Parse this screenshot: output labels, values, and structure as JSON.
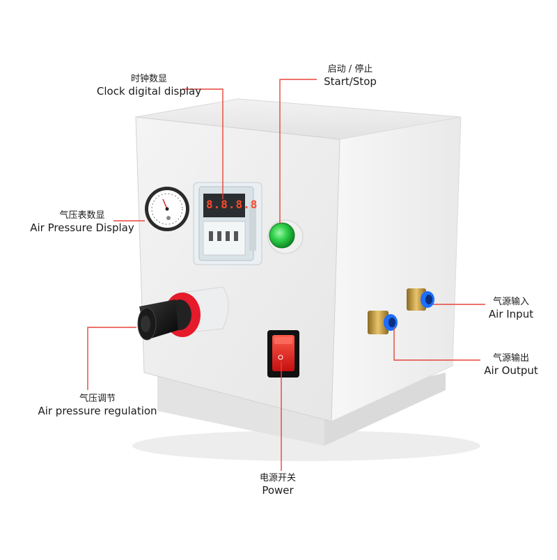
{
  "labels": {
    "clock": {
      "zh": "时钟数显",
      "en": "Clock digital display"
    },
    "start": {
      "zh": "启动 / 停止",
      "en": "Start/Stop"
    },
    "gauge": {
      "zh": "气压表数显",
      "en": "Air Pressure Display"
    },
    "air_input": {
      "zh": "气源输入",
      "en": "Air Input"
    },
    "air_output": {
      "zh": "气源输出",
      "en": "Air Output"
    },
    "regulator": {
      "zh": "气压调节",
      "en": "Air pressure regulation"
    },
    "power": {
      "zh": "电源开关",
      "en": "Power"
    }
  },
  "display": {
    "digits": "8.8.8.8"
  },
  "colors": {
    "callout_line": "#e8443a",
    "start_button": "#2fd04a",
    "power_switch": "#e01818",
    "regulator_ring": "#e51a2b",
    "fitting_ring": "#1d6dff",
    "brass": "#c9a24a"
  }
}
